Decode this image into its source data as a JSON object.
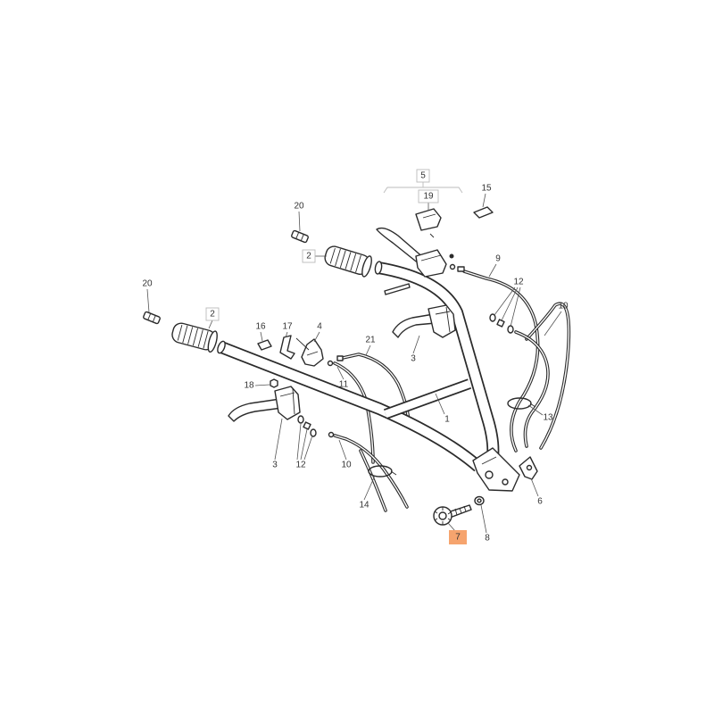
{
  "callouts": [
    "5",
    "19",
    "15",
    "20",
    "20",
    "2",
    "2",
    "9",
    "12",
    "10",
    "16",
    "17",
    "4",
    "21",
    "3",
    "11",
    "18",
    "1",
    "13",
    "3",
    "12",
    "10",
    "14",
    "6",
    "7",
    "8"
  ],
  "colors": {
    "line": "#2b2b2b",
    "highlight": "#f6a46e",
    "label_frame": "#bbbbbb"
  }
}
